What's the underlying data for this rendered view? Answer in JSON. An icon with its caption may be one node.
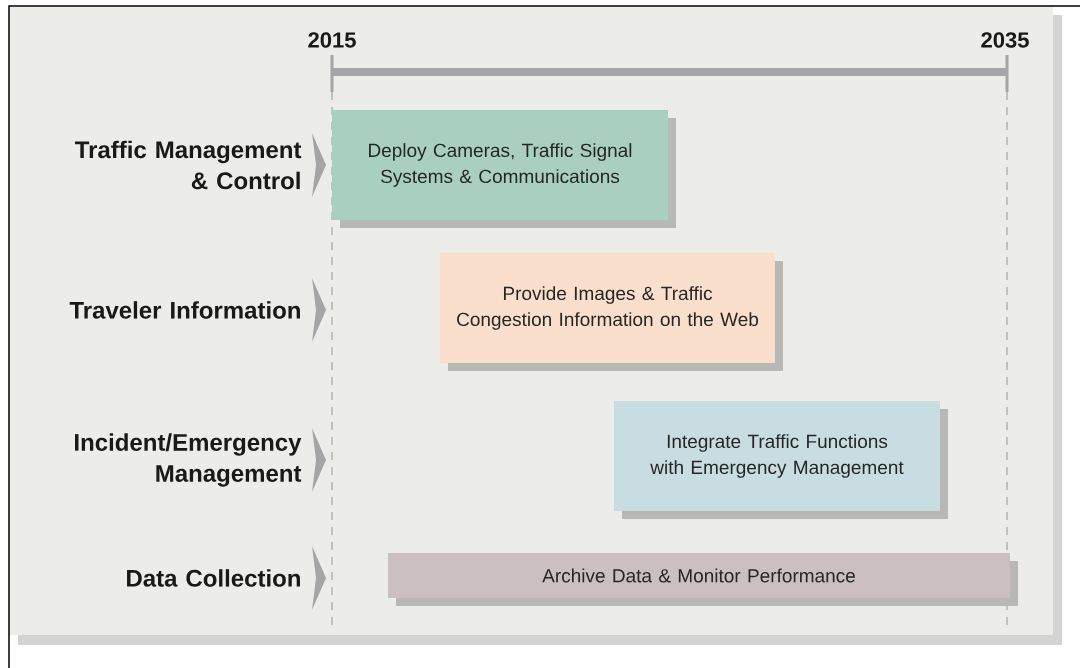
{
  "diagram": {
    "nodes": [
      {
        "text": [
          "Deploy Cameras, Traffic Signal Systems & Communications"
        ]
      },
      {
        "text": [
          "Provide Images & Traffic Congestion Information on the Web"
        ]
      },
      {
        "text": [
          "Integrate Traffic Functions with Emergency Management"
        ]
      },
      {
        "text": [
          "Archive Data & Monitor Performance"
        ]
      }
    ],
    "labels": [
      "2015",
      "2035",
      "Traffic Management & Control",
      "Traveler Information",
      "Incident/Emergency Management",
      "Data Collection"
    ]
  }
}
